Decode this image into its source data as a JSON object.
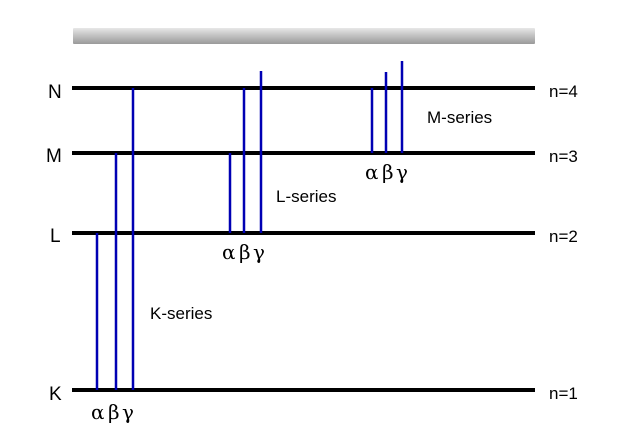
{
  "levels": [
    {
      "shell": "N",
      "n_label": "n=4"
    },
    {
      "shell": "M",
      "n_label": "n=3"
    },
    {
      "shell": "L",
      "n_label": "n=2"
    },
    {
      "shell": "K",
      "n_label": "n=1"
    }
  ],
  "series": [
    {
      "name": "K-series",
      "lines": [
        "α",
        "β",
        "γ"
      ]
    },
    {
      "name": "L-series",
      "lines": [
        "α",
        "β",
        "γ"
      ]
    },
    {
      "name": "M-series",
      "lines": [
        "α",
        "β",
        "γ"
      ]
    }
  ],
  "colors": {
    "level_line": "#000000",
    "transition_line": "#0000b4",
    "top_bar": "#b0b0b0"
  }
}
